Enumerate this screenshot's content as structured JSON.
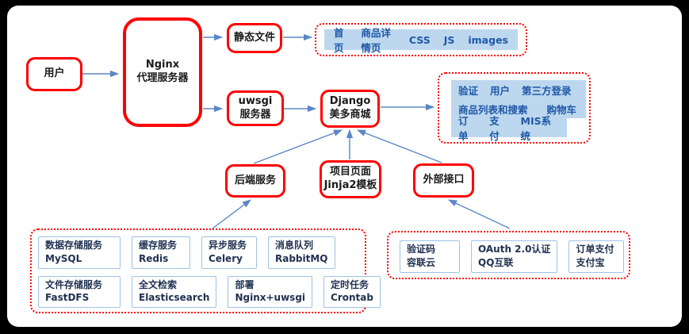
{
  "colors": {
    "node_border_red": "#fe0000",
    "panel_fill_blue": "#bdd7ee",
    "panel_text_blue": "#1f58a8",
    "connector_blue": "#5b87c5",
    "cell_border_blue": "#9dc3e6",
    "cell_text_navy": "#1f3050"
  },
  "nodes": {
    "user": {
      "label": "用户"
    },
    "nginx": {
      "line1": "Nginx",
      "line2": "代理服务器"
    },
    "static_files": {
      "label": "静态文件"
    },
    "uwsgi": {
      "line1": "uwsgi",
      "line2": "服务器"
    },
    "django": {
      "line1": "Django",
      "line2": "美多商城"
    },
    "backend_services": {
      "label": "后端服务"
    },
    "project_pages": {
      "line1": "项目页面",
      "line2": "Jinja2模板"
    },
    "external_interfaces": {
      "label": "外部接口"
    }
  },
  "static_file_items": [
    "首页",
    "商品详情页",
    "CSS",
    "JS",
    "images"
  ],
  "django_modules": {
    "row1": [
      "验证",
      "用户",
      "第三方登录"
    ],
    "row2": [
      "商品列表和搜索",
      "购物车"
    ],
    "row3": [
      "订单",
      "支付",
      "MIS系统"
    ]
  },
  "backend_cells": [
    {
      "title": "数据存储服务",
      "sub": "MySQL"
    },
    {
      "title": "缓存服务",
      "sub": "Redis"
    },
    {
      "title": "异步服务",
      "sub": "Celery"
    },
    {
      "title": "消息队列",
      "sub": "RabbitMQ"
    },
    {
      "title": "文件存储服务",
      "sub": "FastDFS"
    },
    {
      "title": "全文检索",
      "sub": "Elasticsearch"
    },
    {
      "title": "部署",
      "sub": "Nginx+uwsgi"
    },
    {
      "title": "定时任务",
      "sub": "Crontab"
    }
  ],
  "external_cells": [
    {
      "title": "验证码",
      "sub": "容联云"
    },
    {
      "title": "OAuth 2.0认证",
      "sub": "QQ互联"
    },
    {
      "title": "订单支付",
      "sub": "支付宝"
    }
  ]
}
